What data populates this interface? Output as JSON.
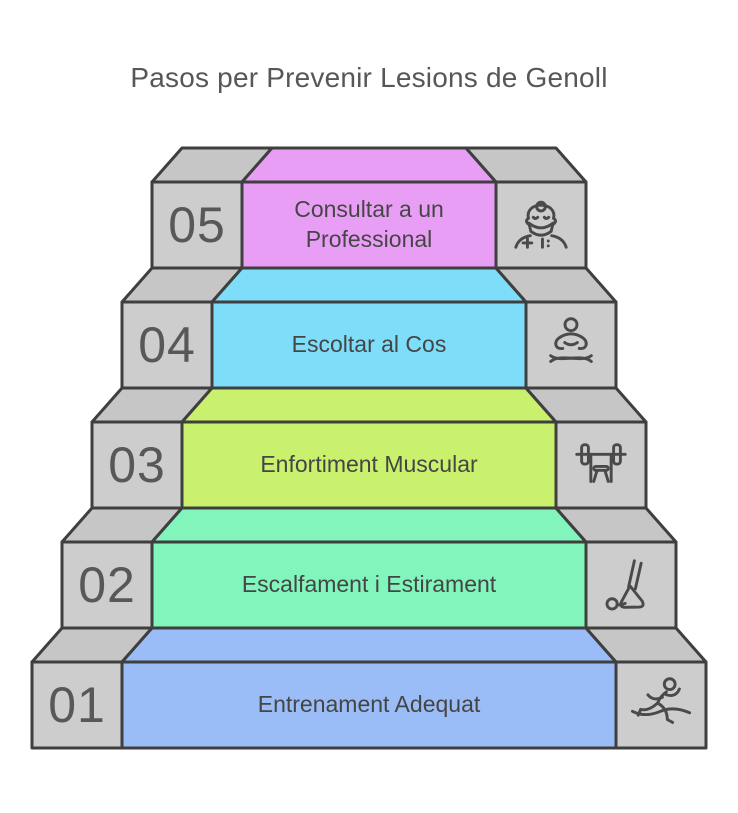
{
  "title": "Pasos per Prevenir Lesions de Genoll",
  "steps": [
    {
      "number": "05",
      "label": "Consultar a un Professional",
      "color": "#e99ef5",
      "icon": "doctor-icon"
    },
    {
      "number": "04",
      "label": "Escoltar al Cos",
      "color": "#7edefa",
      "icon": "meditation-icon"
    },
    {
      "number": "03",
      "label": "Enfortiment Muscular",
      "color": "#c9f16e",
      "icon": "bench-press-icon"
    },
    {
      "number": "02",
      "label": "Escalfament i Estirament",
      "color": "#81f5bb",
      "icon": "stretching-icon"
    },
    {
      "number": "01",
      "label": "Entrenament Adequat",
      "color": "#9abdf7",
      "icon": "runner-icon"
    }
  ],
  "colors": {
    "background": "#ffffff",
    "outline": "#3f3f3f",
    "gray_front": "#cdcdcd",
    "gray_top": "#c6c6c6",
    "icon_stroke": "#4a4a4a",
    "title_text": "#575757",
    "number_text": "#585858",
    "label_text": "#454545"
  }
}
